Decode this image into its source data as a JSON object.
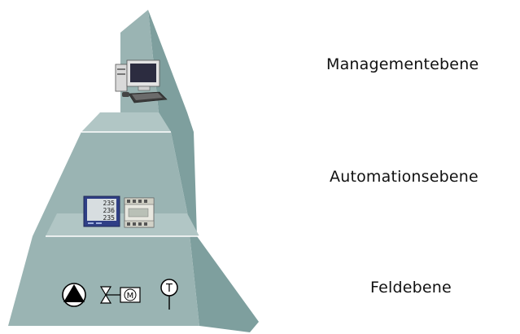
{
  "levels": [
    {
      "id": "management",
      "label": "Managementebene",
      "devices": [
        "computer-workstation"
      ]
    },
    {
      "id": "automation",
      "label": "Automationsebene",
      "devices": [
        "digital-display-controller",
        "din-rail-module"
      ]
    },
    {
      "id": "field",
      "label": "Feldebene",
      "devices": [
        "pump-symbol",
        "valve-symbol",
        "motor-symbol",
        "temperature-sensor-symbol"
      ]
    }
  ],
  "display": {
    "line1": "235",
    "line2": "236",
    "line3": "235"
  },
  "symbols": {
    "motor": "M",
    "temperature": "T"
  },
  "colors": {
    "front_face": "#9ab4b3",
    "right_face": "#7e9f9e",
    "tier_top": "#b1c6c5",
    "outline": "#ffffff"
  }
}
